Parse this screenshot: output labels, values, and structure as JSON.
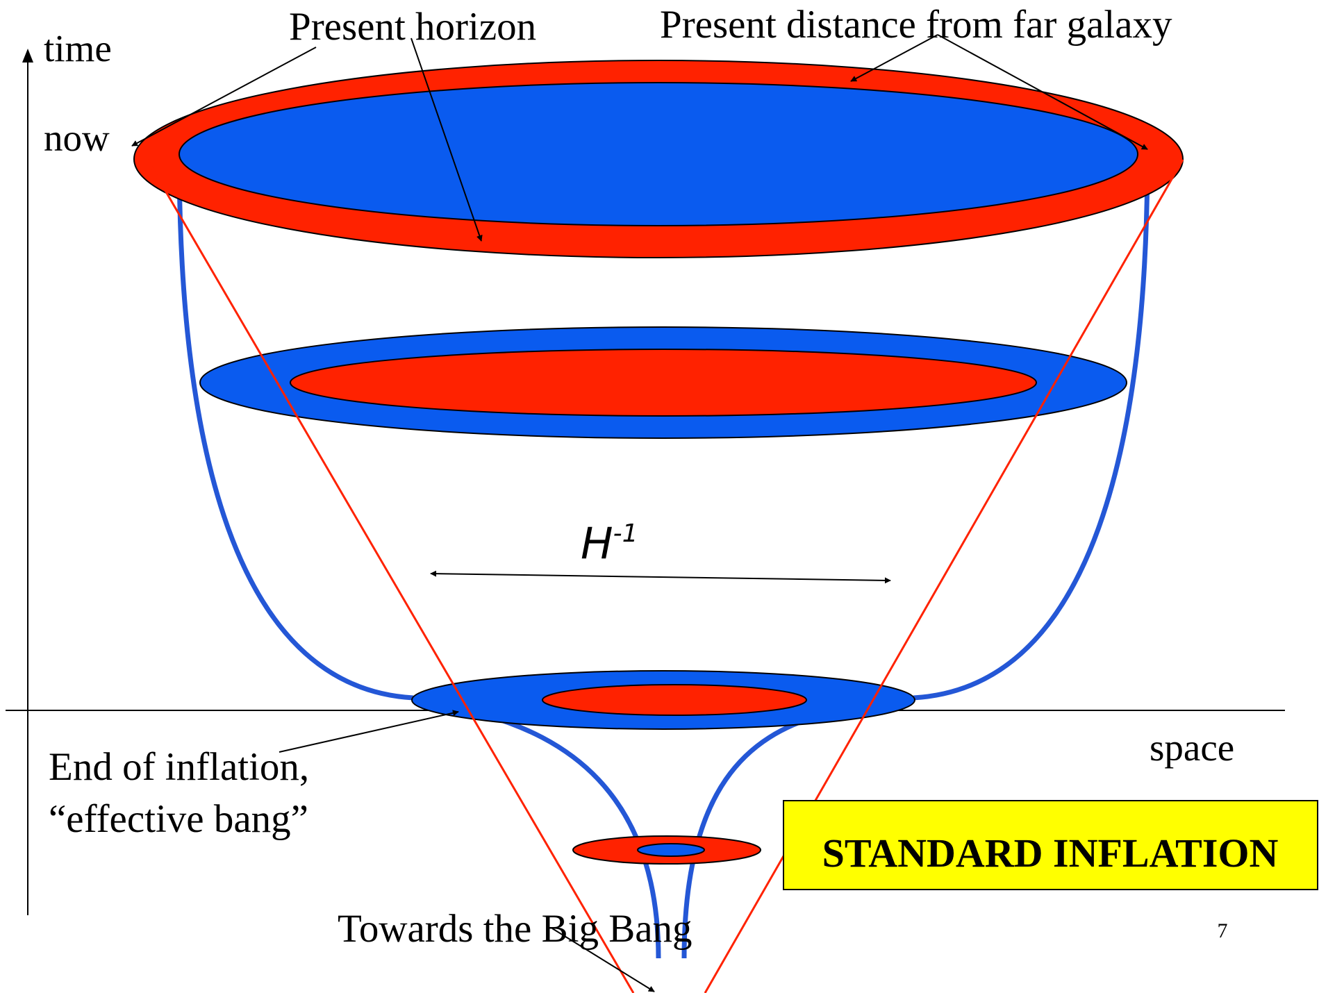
{
  "axes": {
    "time_label": "time",
    "now_label": "now",
    "space_label": "space"
  },
  "labels": {
    "present_horizon": "Present horizon",
    "present_distance": "Present distance from far galaxy",
    "hubble_radius": "H",
    "hubble_exponent": "-1",
    "end_of_inflation_line1": "End of inflation,",
    "end_of_inflation_line2": "“effective bang”",
    "towards_big_bang": "Towards the Big Bang"
  },
  "badge": {
    "text": "STANDARD INFLATION",
    "background": "#ffff00"
  },
  "slide_number": "7",
  "colors": {
    "horizon_red": "#ff2200",
    "distance_blue": "#0a5bef",
    "curve_blue": "#2457d6",
    "ink": "#000000"
  }
}
